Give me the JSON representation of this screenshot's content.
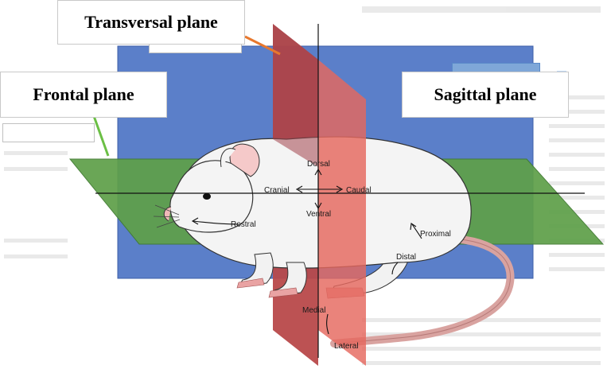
{
  "planes": {
    "transversal": "Transversal plane",
    "frontal": "Frontal plane",
    "sagittal": "Sagittal plane"
  },
  "directions": {
    "dorsal": "Dorsal",
    "ventral": "Ventral",
    "cranial": "Cranial",
    "caudal": "Caudal",
    "rostral": "Rostral",
    "proximal": "Proximal",
    "distal": "Distal",
    "medial": "Medial",
    "lateral": "Lateral"
  },
  "colors": {
    "sagittal_plane": "#5b7fc9",
    "transversal_plane": "#e5685e",
    "frontal_plane": "#5fa04a",
    "transversal_pointer": "#e8782e",
    "frontal_pointer": "#6bbf45",
    "sagittal_pointer": "#7fb2e8"
  }
}
